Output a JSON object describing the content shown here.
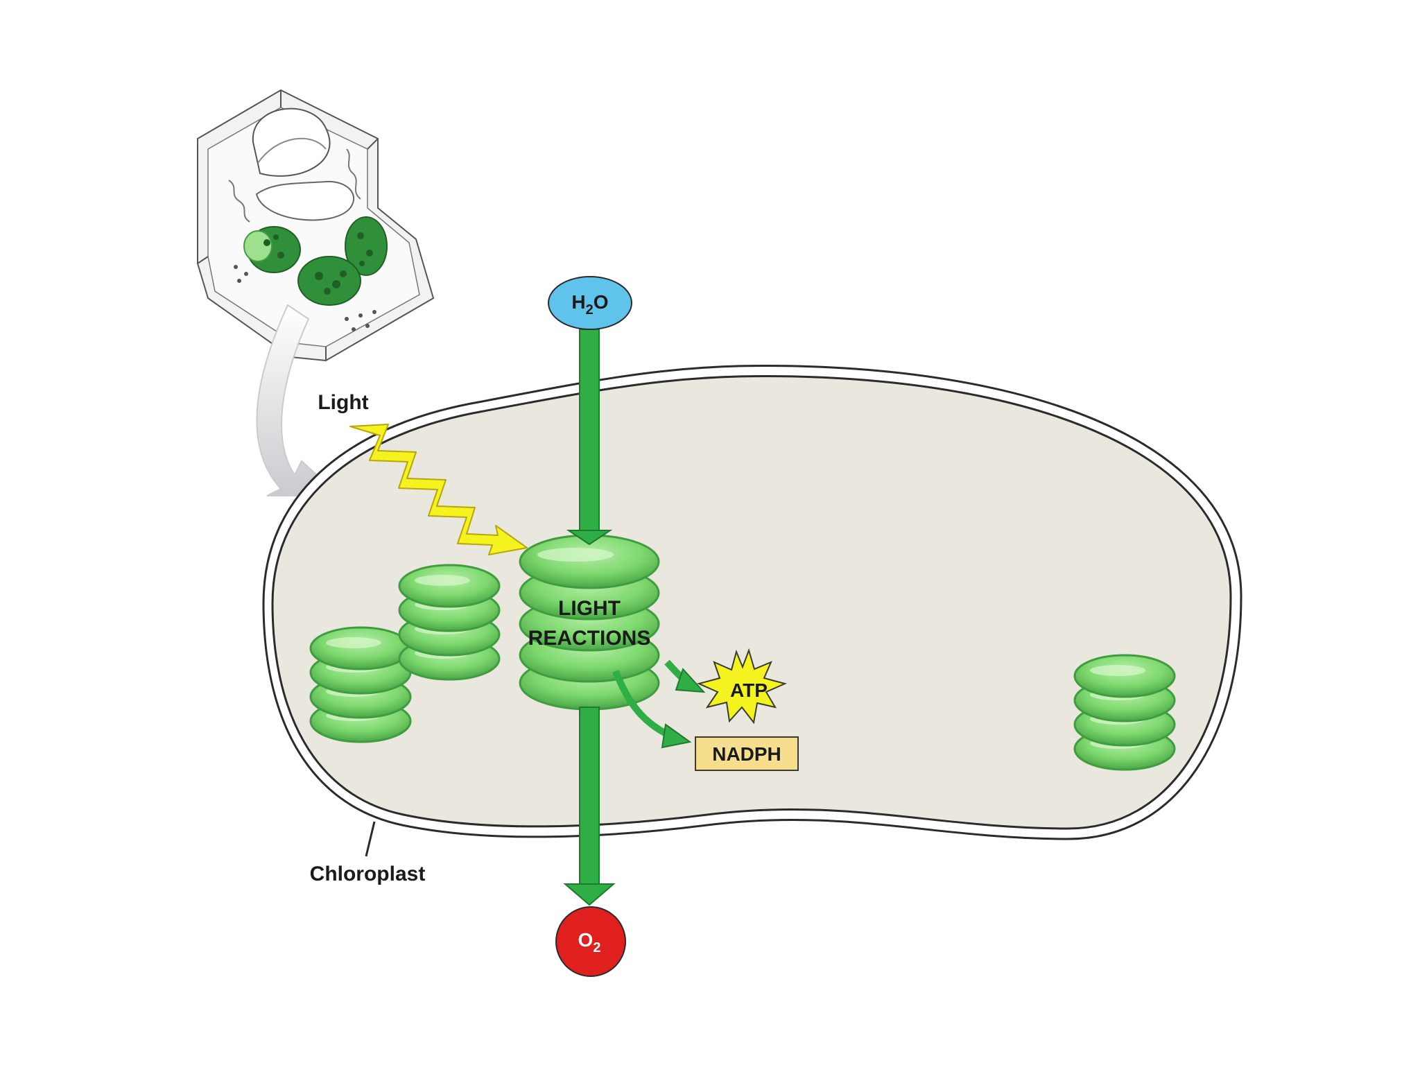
{
  "diagram": {
    "labels": {
      "light": "Light",
      "light_reactions_line1": "LIGHT",
      "light_reactions_line2": "REACTIONS",
      "atp": "ATP",
      "nadph": "NADPH",
      "chloroplast": "Chloroplast"
    },
    "molecules": {
      "water_main": "H",
      "water_sub": "2",
      "water_tail": "O",
      "oxygen_main": "O",
      "oxygen_sub": "2"
    },
    "colors": {
      "stroma": "#e9e7de",
      "membrane": "#2b2b2b",
      "thylakoid": "#7ed86f",
      "thylakoid_dark": "#3f9d3f",
      "arrow_green": "#2eae45",
      "water": "#5fc3ec",
      "oxygen": "#e0201f",
      "atp_star": "#f5f31f",
      "nadph_box": "#f7de8e",
      "light_bolt": "#f5f31f"
    }
  }
}
